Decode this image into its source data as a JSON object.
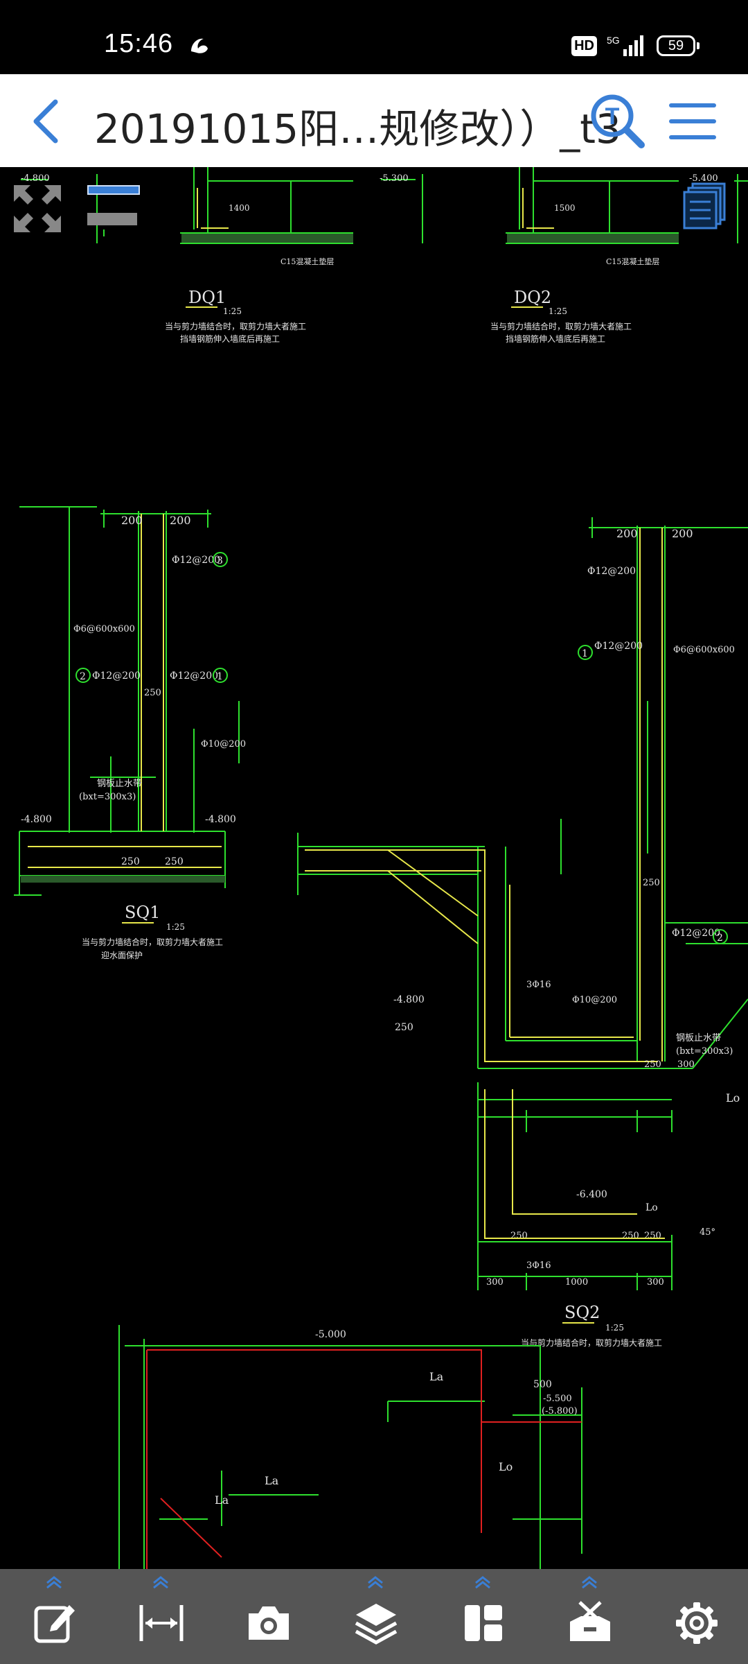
{
  "status_bar": {
    "time": "15:46",
    "hd_label": "HD",
    "network": "5G",
    "battery": "59",
    "app_icon": "uc-browser-icon"
  },
  "toolbar": {
    "back_icon": "back-chevron-icon",
    "title": "20191015阳…规修改））_t3",
    "search_icon": "text-search-icon",
    "menu_icon": "hamburger-menu-icon"
  },
  "overlay": {
    "fullscreen_icon": "fullscreen-icon",
    "layers_icon": "pages-icon"
  },
  "drawing": {
    "dq1": {
      "title": "DQ1",
      "scale": "1:25",
      "note1": "当与剪力墙结合时，取剪力墙大者施工",
      "note2": "挡墙钢筋伸入墙底后再施工"
    },
    "dq2": {
      "title": "DQ2",
      "scale": "1:25",
      "note1": "当与剪力墙结合时，取剪力墙大者施工",
      "note2": "挡墙钢筋伸入墙底后再施工"
    },
    "sq1": {
      "title": "SQ1",
      "scale": "1:25",
      "note1": "当与剪力墙结合时，取剪力墙大者施工",
      "note2": "迎水面保护"
    },
    "sq2": {
      "title": "SQ2",
      "scale": "1:25",
      "note1": "当与剪力墙结合时，取剪力墙大者施工"
    },
    "labels": {
      "elev_4800": "-4.800",
      "elev_5300": "-5.300",
      "elev_5400": "-5.400",
      "elev_6400": "-6.400",
      "elev_5000": "-5.000",
      "elev_5500": "-5.500",
      "elev_5800": "(-5.800)",
      "d200": "200",
      "d250": "250",
      "d300": "300",
      "d500": "500",
      "d1000": "1000",
      "d1500": "1500",
      "d1400": "1400",
      "rebar_12_200": "Φ12@200",
      "rebar_10_200": "Φ10@200",
      "rebar_6_600": "Φ6@600x600",
      "rebar_3_16": "3Φ16",
      "waterstop": "钢板止水带",
      "waterstop_dim": "(bxt=300x3)",
      "c15": "C15混凝土垫层",
      "la": "La",
      "lo": "Lo",
      "angle45": "45°",
      "num1": "1",
      "num2": "2",
      "num3": "3"
    }
  },
  "bottom_tools": [
    {
      "name": "annotate-tool",
      "icon": "edit-icon"
    },
    {
      "name": "measure-tool",
      "icon": "measure-icon"
    },
    {
      "name": "screenshot-tool",
      "icon": "camera-icon"
    },
    {
      "name": "layers-tool",
      "icon": "layers-icon"
    },
    {
      "name": "layout-tool",
      "icon": "layout-icon"
    },
    {
      "name": "toolbox-tool",
      "icon": "toolbox-icon"
    },
    {
      "name": "settings-tool",
      "icon": "gear-icon"
    }
  ],
  "colors": {
    "accent": "#3a7fd6",
    "cad_green": "#2ee02e",
    "cad_yellow": "#e8e84a",
    "cad_red": "#e02020",
    "toolbar_bg": "#555555"
  }
}
